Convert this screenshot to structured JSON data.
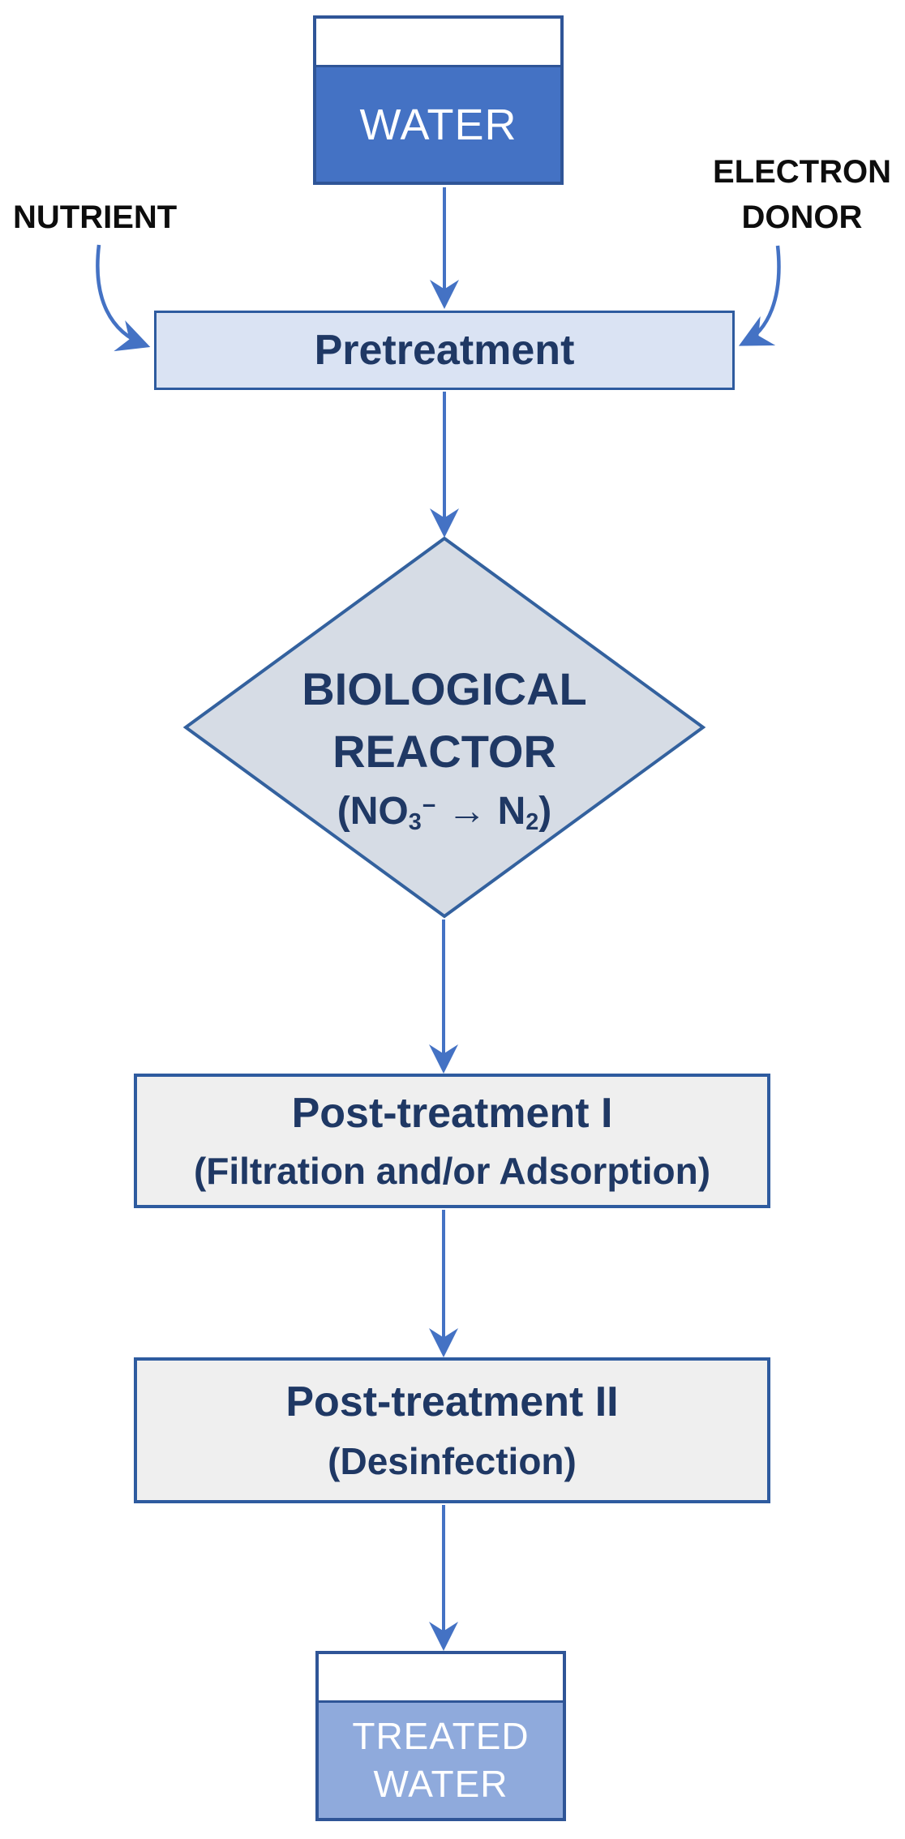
{
  "diagram": {
    "title_implicit": "Drinking water denitrification treatment train",
    "nodes": {
      "water": {
        "label": "WATER"
      },
      "nutrient": {
        "label": "NUTRIENT"
      },
      "electron_donor": {
        "line1": "ELECTRON",
        "line2": "DONOR"
      },
      "pretreatment": {
        "label": "Pretreatment"
      },
      "reactor": {
        "line1": "BIOLOGICAL",
        "line2": "REACTOR",
        "formula": {
          "open": "(NO",
          "sub1": "3",
          "sup_minus": "−",
          "arrow": "→",
          "n": "N",
          "sub2": "2",
          "close": ")"
        }
      },
      "post_treatment_1": {
        "title": "Post-treatment I",
        "subtitle": "(Filtration and/or Adsorption)"
      },
      "post_treatment_2": {
        "title": "Post-treatment II",
        "subtitle": "(Desinfection)"
      },
      "treated_water": {
        "line1": "TREATED",
        "line2": "WATER"
      }
    },
    "edges": [
      "water -> pretreatment",
      "nutrient -> pretreatment",
      "electron_donor -> pretreatment",
      "pretreatment -> reactor",
      "reactor -> post_treatment_1",
      "post_treatment_1 -> post_treatment_2",
      "post_treatment_2 -> treated_water"
    ],
    "colors": {
      "arrow_blue": "#4472c4",
      "water_fill": "#4472c4",
      "treated_water_fill": "#8faadc",
      "tank_border": "#2f5597",
      "box_border": "#2e5b9f",
      "pretreatment_fill": "#dae3f3",
      "diamond_fill": "#d6dce5",
      "diamond_border": "#33619e",
      "post_fill": "#efefef",
      "navy_text": "#1f3864",
      "label_text": "#0d0d0d"
    }
  }
}
